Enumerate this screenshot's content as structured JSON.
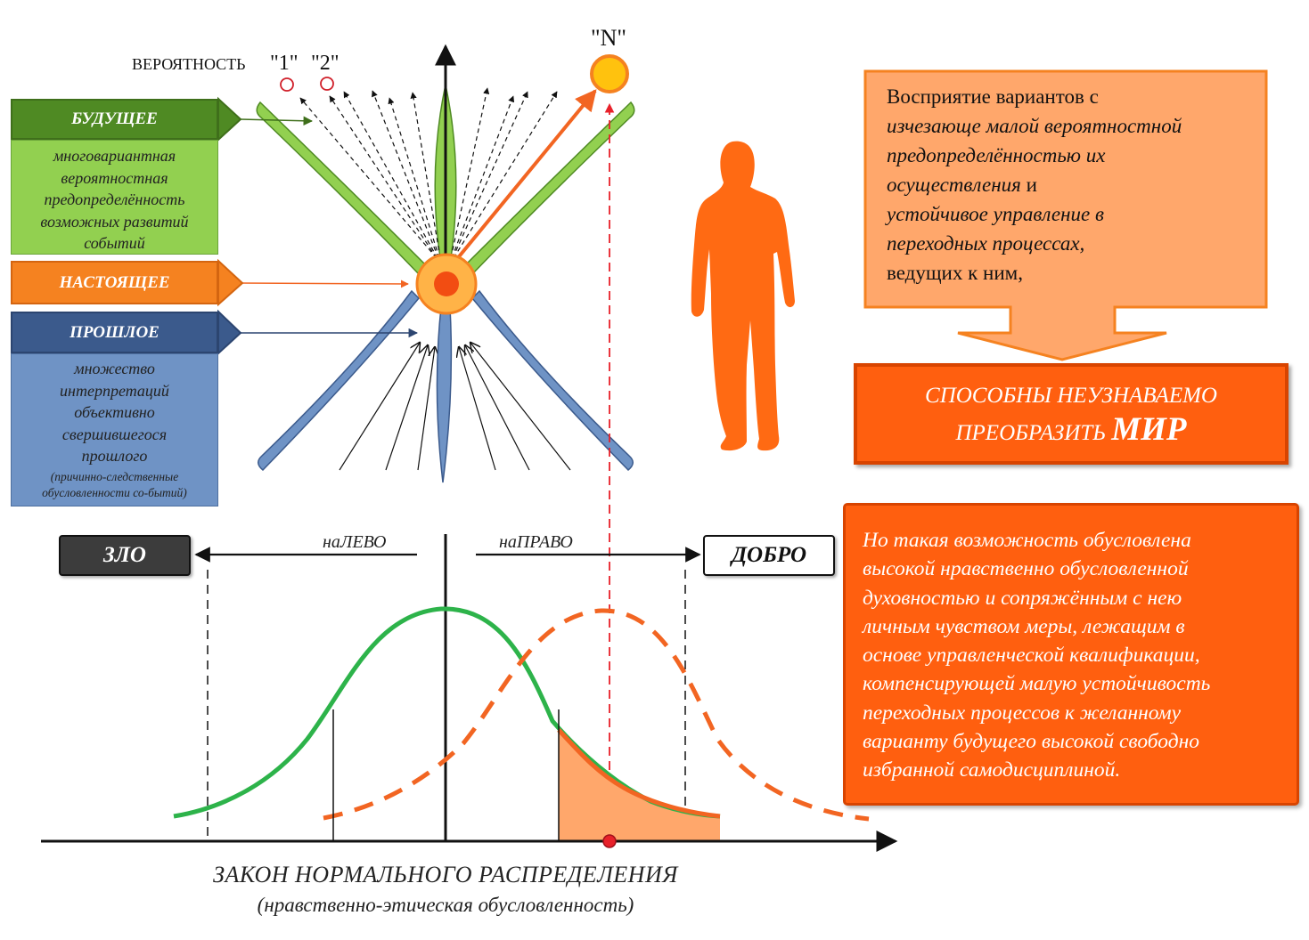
{
  "probability": {
    "word": "ВЕРОЯТНОСТЬ",
    "first": "\"1\"",
    "second": "\"2\"",
    "n": "\"N\""
  },
  "future": {
    "label": "БУДУЩЕЕ",
    "lines": [
      "многовариантная",
      "вероятностная",
      "предопределённость",
      "возможных развитий",
      "событий"
    ]
  },
  "present": {
    "label": "НАСТОЯЩЕЕ"
  },
  "past": {
    "label": "ПРОШЛОЕ",
    "lines": [
      "множество",
      "интерпретаций",
      "объективно",
      "свершившегося",
      "прошлого"
    ],
    "small_lines": [
      "(причинно-следственные",
      "обусловленности со-бытий)"
    ]
  },
  "perception": {
    "line1": "Восприятие вариантов с",
    "line2": "изчезающе малой вероятностной",
    "line3": "предопределённостью их",
    "line4a": "осуществления",
    "line4b": " и",
    "line5": "устойчивое управление в",
    "line6": "переходных процессах,",
    "line7": "ведущих к ним,"
  },
  "result": {
    "line1": "СПОСОБНЫ НЕУЗНАВАЕМО",
    "line2": "ПРЕОБРАЗИТЬ ",
    "big": "МИР"
  },
  "condition": {
    "lines": [
      "Но такая возможность обусловлена",
      "высокой нравственно обусловленной",
      "духовностью и сопряжённым с нею",
      "личным чувством меры, лежащим в",
      "основе управленческой квалификации,",
      "компенсирующей малую устойчивость",
      "переходных процессов к желанному",
      "варианту будущего высокой свободно",
      "избранной самодисциплиной."
    ]
  },
  "axis": {
    "evil": "ЗЛО",
    "good": "ДОБРО",
    "left": "наЛЕВО",
    "right": "наПРАВО"
  },
  "caption": {
    "main": "ЗАКОН  НОРМАЛЬНОГО  РАСПРЕДЕЛЕНИЯ",
    "sub": "(нравственно-этическая обусловленность)"
  },
  "colors": {
    "green": "#92d050",
    "dark_green": "#4f8a23",
    "orange": "#f58220",
    "blue": "#6f93c5",
    "dark_blue": "#3b5a8c",
    "red_orange": "#ff5f0f",
    "curve_green": "#2db34a",
    "curve_orange": "#f26522"
  }
}
